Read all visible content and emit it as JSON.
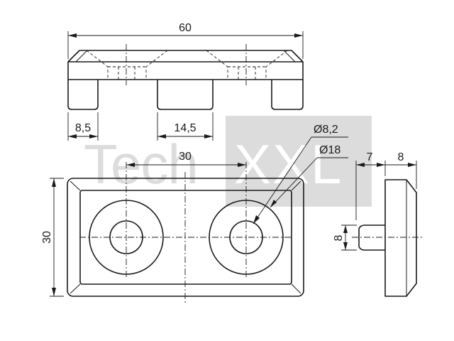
{
  "drawing": {
    "watermark": {
      "text_plain": "Tech",
      "text_boxed": "XXL"
    },
    "dimensions": {
      "overall_width": "60",
      "left_foot_width": "8,5",
      "middle_foot_width": "14,5",
      "hole_diameter": "Ø8,2",
      "counterbore_diameter": "Ø18",
      "hole_spacing": "30",
      "height": "30",
      "side_height_a": "7",
      "side_height_b": "8",
      "foot_width": "8"
    }
  }
}
